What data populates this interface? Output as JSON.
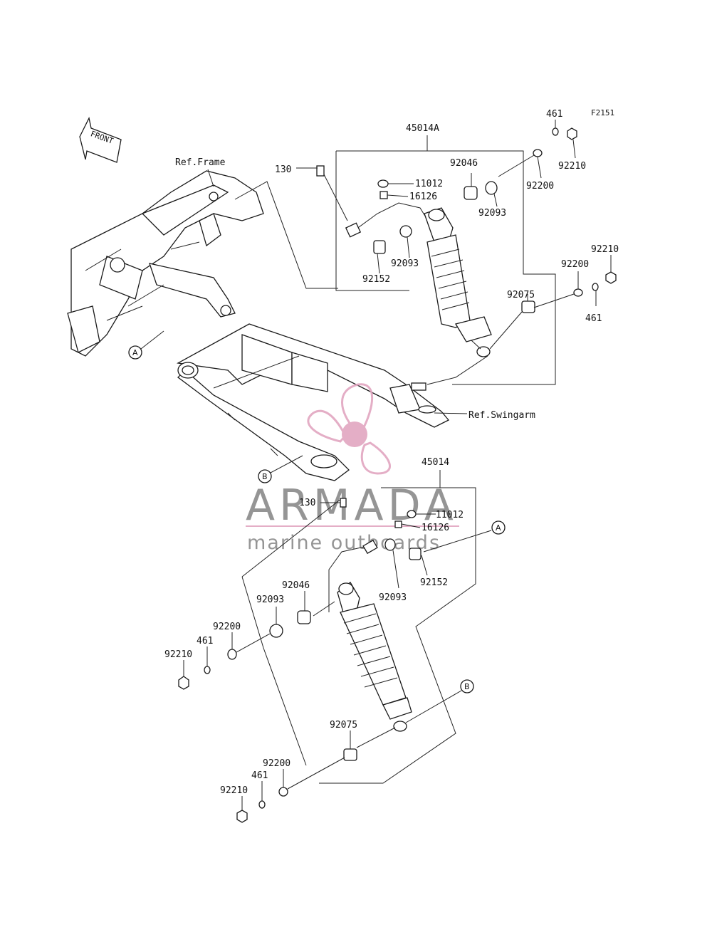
{
  "figure_code": "F2151",
  "front_arrow_label": "FRONT",
  "references": {
    "frame": "Ref.Frame",
    "swingarm": "Ref.Swingarm"
  },
  "callouts": {
    "a": "A",
    "b": "B"
  },
  "upper_assembly": {
    "assembly_no": "45014A",
    "parts": {
      "bolt": "130",
      "cap": "11012",
      "fitting": "16126",
      "bearing": "92046",
      "seal_right": "92093",
      "seal_left": "92093",
      "collar": "92152",
      "washer_top": "92200",
      "washer_mid": "92200",
      "nut_top": "92210",
      "nut_mid": "92210",
      "washer461_top": "461",
      "washer461_mid": "461",
      "bushing": "92075"
    }
  },
  "lower_assembly": {
    "assembly_no": "45014",
    "parts": {
      "bolt": "130",
      "cap": "11012",
      "fitting": "16126",
      "collar": "92152",
      "seal_right": "92093",
      "bearing": "92046",
      "seal_left": "92093",
      "washer_left": "92200",
      "washer461_left": "461",
      "nut_left": "92210",
      "bushing": "92075",
      "washer_bottom": "92200",
      "washer461_bottom": "461",
      "nut_bottom": "92210"
    }
  },
  "watermark": {
    "title": "ARMADA",
    "subtitle": "marine outboards",
    "title_color": "#8a8a8a",
    "accent_color": "#e2a6c0"
  }
}
